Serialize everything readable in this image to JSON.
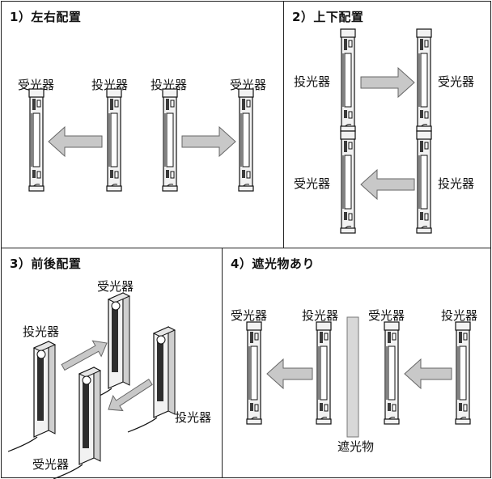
{
  "panels": {
    "p1": {
      "title": "1）左右配置",
      "labels": [
        "受光器",
        "投光器",
        "投光器",
        "受光器"
      ]
    },
    "p2": {
      "title": "2）上下配置",
      "labels": [
        "投光器",
        "受光器",
        "受光器",
        "投光器"
      ]
    },
    "p3": {
      "title": "3）前後配置",
      "labels": [
        "受光器",
        "投光器",
        "投光器",
        "受光器"
      ]
    },
    "p4": {
      "title": "4）遮光物あり",
      "labels": [
        "受光器",
        "投光器",
        "受光器",
        "投光器"
      ],
      "obstacle_label": "遮光物"
    }
  },
  "colors": {
    "arrow_fill": "#c8c8c8",
    "arrow_stroke": "#666666",
    "device_dark": "#3a3a3a",
    "border": "#222222"
  }
}
